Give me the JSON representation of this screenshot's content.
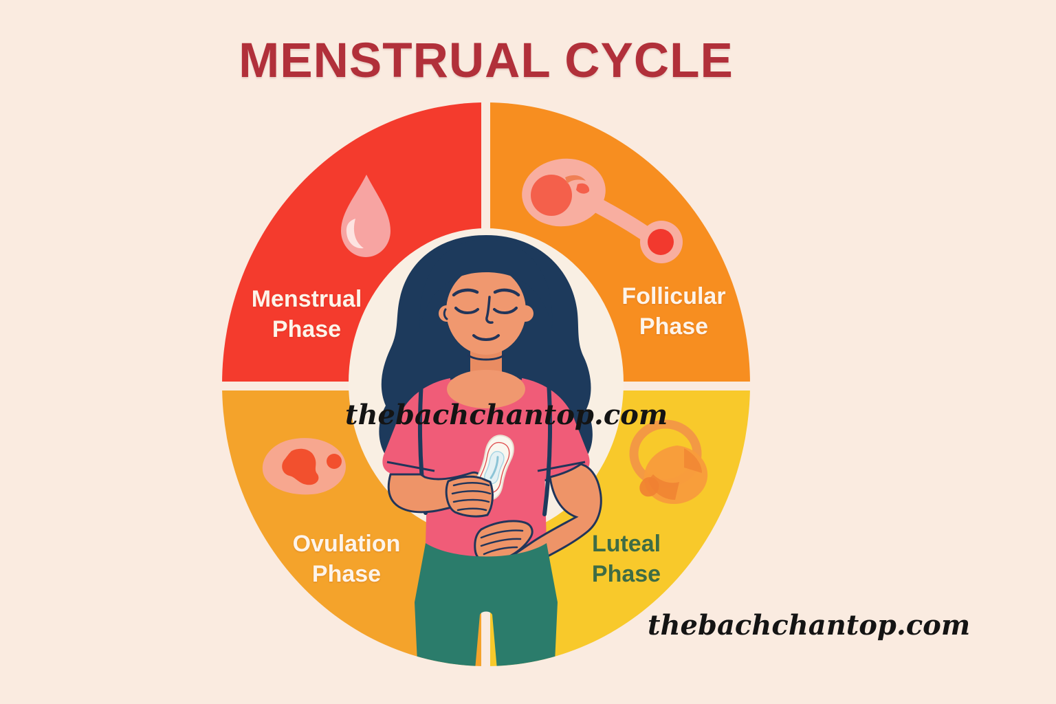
{
  "title": "MENSTRUAL CYCLE",
  "watermark": {
    "center": "thebachchantop.com",
    "bottom_right": "thebachchantop.com"
  },
  "phases": [
    {
      "name": "Menstrual Phase",
      "line1": "Menstrual",
      "line2": "Phase",
      "color": "#F43B2D",
      "label_color": "#FDF4EA",
      "icon": "blood-drop-icon",
      "position": "top-left"
    },
    {
      "name": "Follicular Phase",
      "line1": "Follicular",
      "line2": "Phase",
      "color": "#F78E20",
      "label_color": "#FDF4EA",
      "icon": "ovarian-follicle-icon",
      "position": "top-right"
    },
    {
      "name": "Ovulation Phase",
      "line1": "Ovulation",
      "line2": "Phase",
      "color": "#F4A32B",
      "label_color": "#FDF4EA",
      "icon": "ovum-release-icon",
      "position": "bottom-left"
    },
    {
      "name": "Luteal Phase",
      "line1": "Luteal",
      "line2": "Phase",
      "color": "#F8C92B",
      "label_color": "#3E6C45",
      "icon": "corpus-luteum-icon",
      "position": "bottom-right"
    }
  ],
  "illustration": {
    "description": "Woman with long dark hair, eyes closed, wearing a pink t-shirt and teal pants, holding a sanitary pad in one hand with the other hand on her belly"
  },
  "palette": {
    "background": "#FAEBE0",
    "inner_circle": "#F9EFE3",
    "title_text": "#B1303A",
    "hair": "#1D3A5C",
    "skin": "#F0986F",
    "shirt": "#F05C78",
    "pants": "#2B7C6B",
    "outline": "#21355A",
    "watermark_text": "#141414"
  }
}
